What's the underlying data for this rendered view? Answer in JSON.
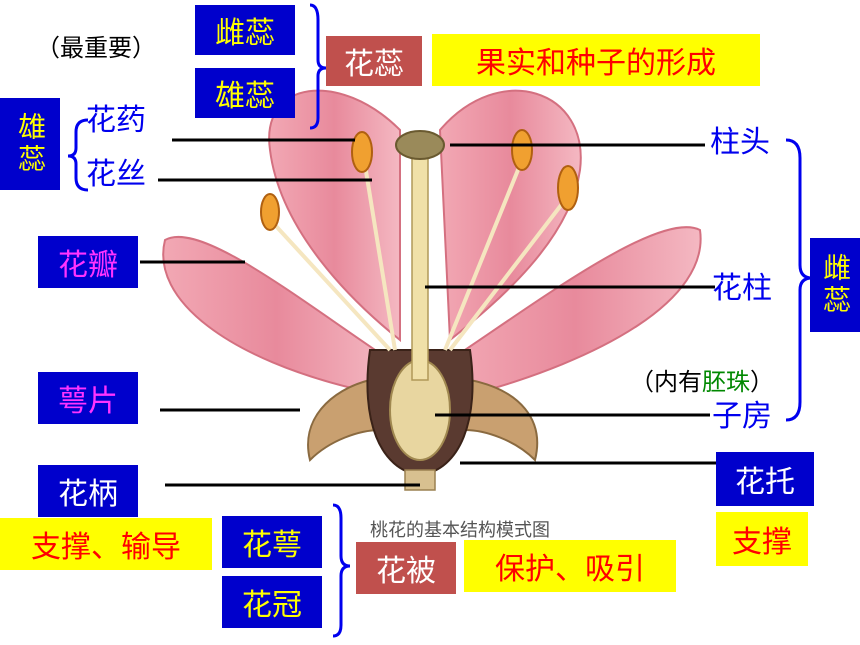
{
  "labels": {
    "most_important": "（最重要）",
    "pistil_top": "雌蕊",
    "stamen_top": "雄蕊",
    "stamen_left": "雄蕊",
    "anther": "花药",
    "filament": "花丝",
    "petal": "花瓣",
    "sepal": "萼片",
    "pedicel": "花柄",
    "support_conduct": "支撑、输导",
    "calyx": "花萼",
    "corolla": "花冠",
    "perianth": "花被",
    "protect_attract": "保护、吸引",
    "stigma": "柱头",
    "style": "花柱",
    "pistil_right": "雌蕊",
    "ovule_prefix": "（内有",
    "ovule": "胚珠",
    "ovule_suffix": "）",
    "ovary": "子房",
    "receptacle": "花托",
    "support": "支撑",
    "stamen_pistil": "花蕊",
    "fruit_seed": "果实和种子的形成",
    "caption": "桃花的基本结构模式图"
  },
  "colors": {
    "navy": "#0000cc",
    "yellow": "#ffff00",
    "red_box": "#c0504d",
    "petal": "#e88a9c",
    "label_blue": "#0000ee",
    "ovule_green": "#008800"
  }
}
